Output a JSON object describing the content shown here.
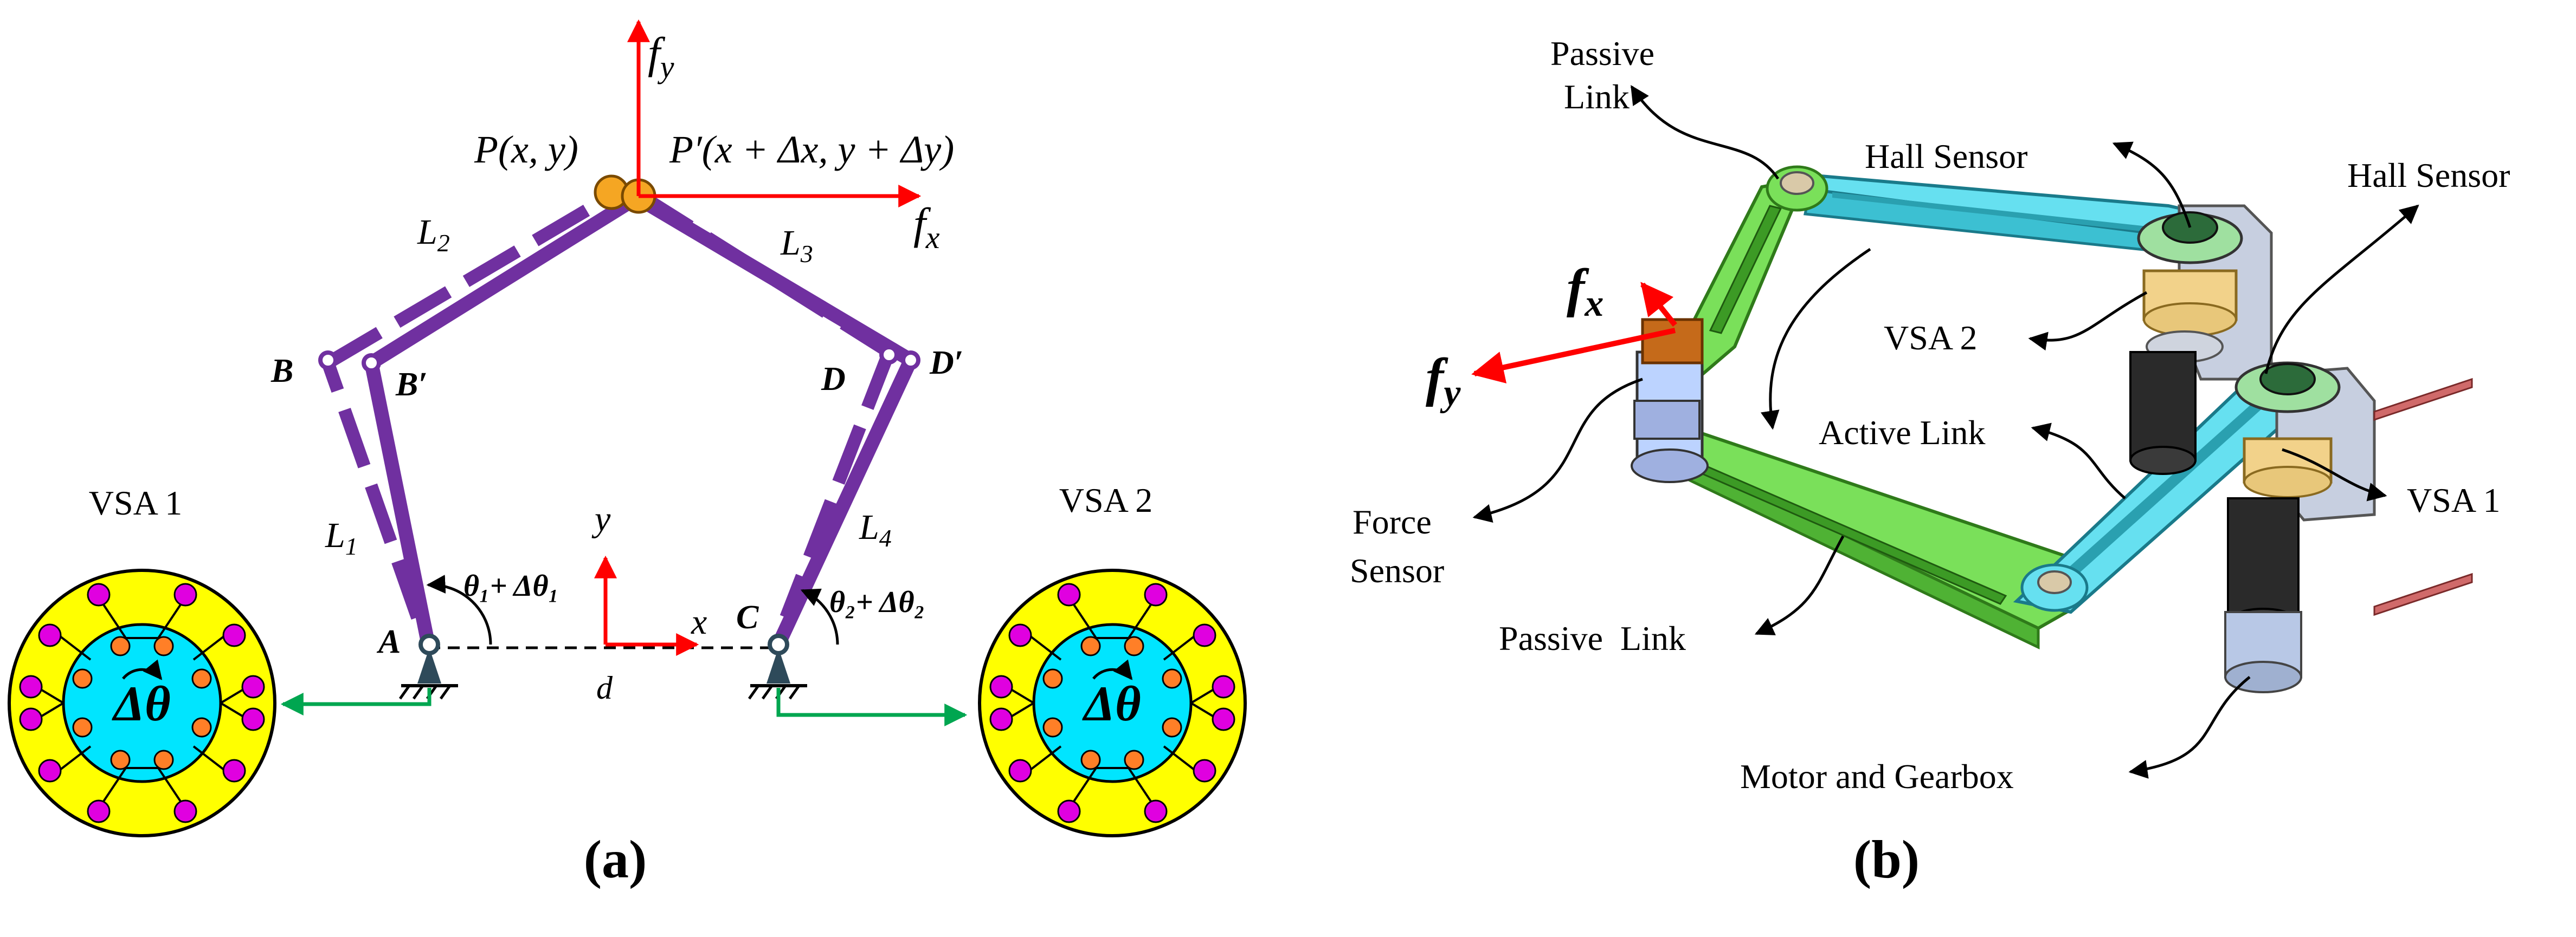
{
  "panel_a": {
    "label": "(a)",
    "point_P": "P(x, y)",
    "point_P_prime": "P′(x + Δx, y + Δy)",
    "force_fy": "f",
    "force_fy_sub": "y",
    "force_fx": "f",
    "force_fx_sub": "x",
    "link_L1": "L",
    "link_L1_sub": "1",
    "link_L2": "L",
    "link_L2_sub": "2",
    "link_L3": "L",
    "link_L3_sub": "3",
    "link_L4": "L",
    "link_L4_sub": "4",
    "joint_A": "A",
    "joint_B": "B",
    "joint_B_prime": "B′",
    "joint_C": "C",
    "joint_D": "D",
    "joint_D_prime": "D′",
    "angle_1": "θ₁+ Δθ₁",
    "angle_2": "θ₂+ Δθ₂",
    "axis_x": "x",
    "axis_y": "y",
    "distance_d": "d",
    "vsa_left_title": "VSA 1",
    "vsa_right_title": "VSA 2",
    "vsa_delta_theta": "Δθ"
  },
  "panel_b": {
    "label": "(b)",
    "passive_link_top_line1": "Passive",
    "passive_link_top_line2": "Link",
    "hall_sensor_1": "Hall Sensor",
    "hall_sensor_2": "Hall Sensor",
    "vsa_2": "VSA 2",
    "vsa_1": "VSA 1",
    "active_link": "Active Link",
    "force_fx": "f",
    "force_fx_sub": "x",
    "force_fy": "f",
    "force_fy_sub": "y",
    "force_sensor_line1": "Force",
    "force_sensor_line2": "Sensor",
    "passive_link_bottom": "Passive  Link",
    "motor_gearbox": "Motor and Gearbox"
  },
  "colors": {
    "link_purple": "#7030a0",
    "force_red": "#ff0000",
    "output_green": "#00a650",
    "vsa_yellow": "#ffff00",
    "vsa_cyan": "#00e5ff",
    "spring_magenta": "#e000e0",
    "pin_orange": "#ff7f27",
    "point_orange": "#f5a623",
    "active_link_cyan": "#66e0f0",
    "passive_link_green": "#7ae05a",
    "motor_dark": "#2a2a2a"
  }
}
